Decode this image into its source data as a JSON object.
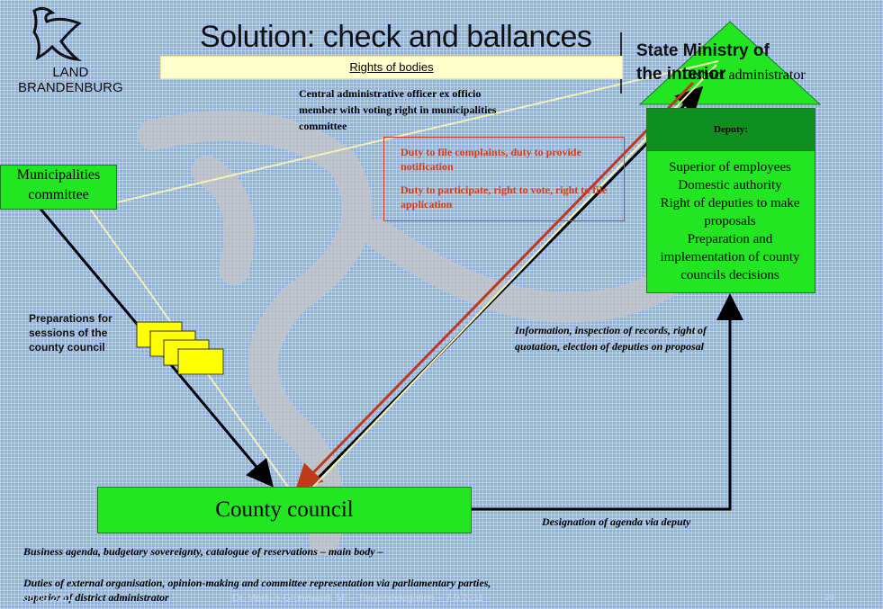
{
  "title": "Solution: check and ballances",
  "logo": {
    "line1": "LAND",
    "line2": "BRANDENBURG",
    "icon": "eagle-icon"
  },
  "rights_of_bodies": "Rights of bodies",
  "central_officer": "Central administrative officer ex officio member with voting right in municipalities committee",
  "red_box": {
    "line1": "Duty to file complaints, duty to provide notification",
    "line2": "Duty to participate, right to vote, right to file application"
  },
  "municipalities_committee": "Municipalities committee",
  "state_ministry": "State Ministry of the interior",
  "district_administrator": "District administrator",
  "deputy": "Deputy:",
  "duties": [
    "Superior of employees",
    "Domestic authority",
    "Right of deputies to make proposals",
    "Preparation and implementation of county councils decisions"
  ],
  "preparations": "Preparations for sessions of the county council",
  "information": "Information, inspection of records, right of quotation, election of deputies on proposal",
  "county_council": "County council",
  "designation": "Designation of agenda via deputy",
  "bottom_line1": "Business agenda, budgetary sovereignty, catalogue of reservations – main body –",
  "bottom_line2": "Duties of external organisation, opinion-making and committee representation via parliamentary parties, superior of district administrator",
  "footer": "Dr. Markus Grünewald, MI – Taiwandelegation – 7.9.2011 -",
  "footer_date": "08.09.2011",
  "page_number": "10",
  "colors": {
    "background": "#8fb3de",
    "box_green": "#22e622",
    "deputy_green": "#0f8f22",
    "red_text": "#d0401a",
    "yellow_bar": "#ffffcc"
  }
}
